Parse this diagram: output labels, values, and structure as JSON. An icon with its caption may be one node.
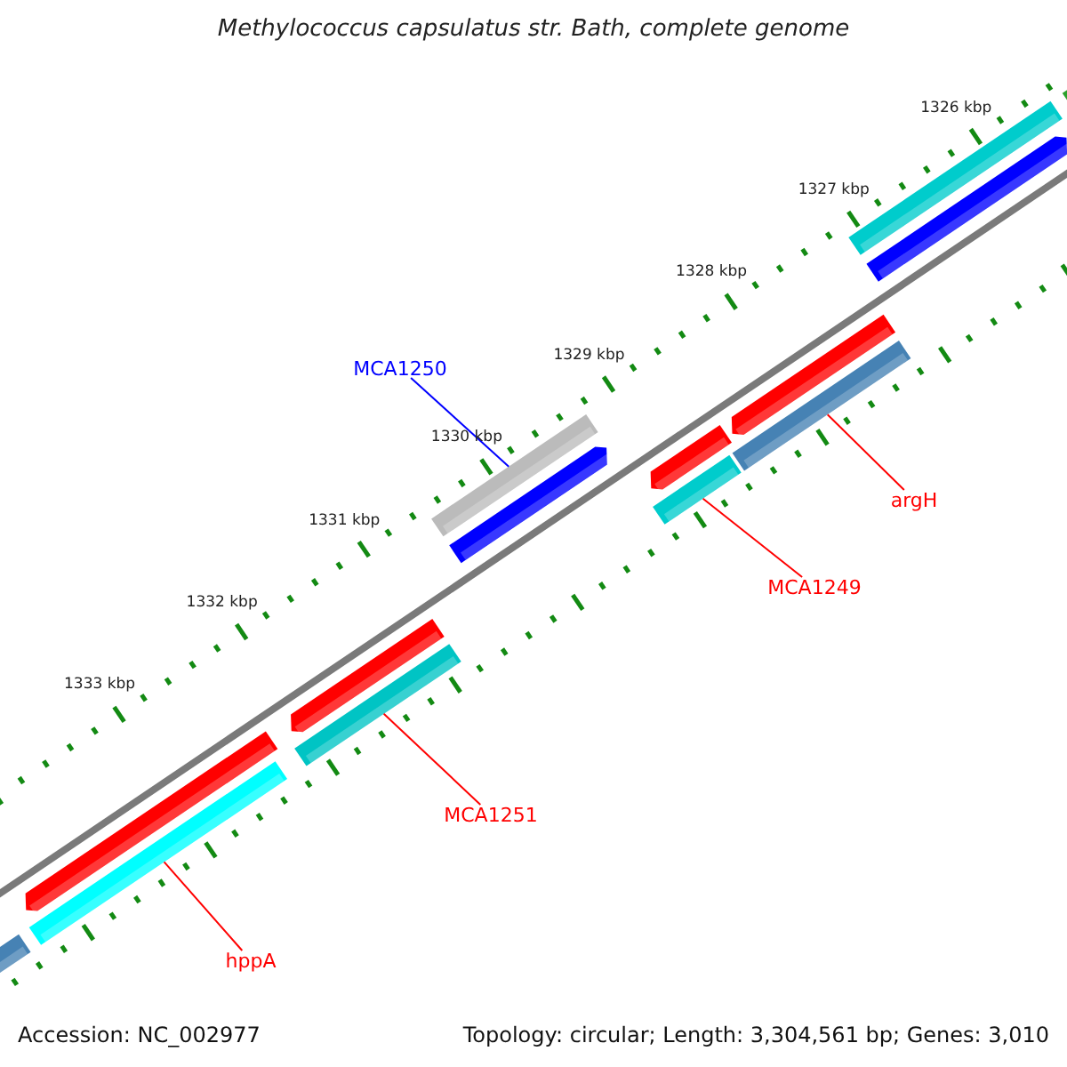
{
  "diagram": {
    "title": "Methylococcus capsulatus str. Bath, complete genome",
    "nodes": [
      {
        "text": [
          "MCA1250"
        ]
      },
      {
        "text": [],
        "shape": "bar"
      },
      {
        "text": [
          "argH"
        ]
      },
      {
        "text": [],
        "shape": "bar"
      },
      {
        "text": [
          "MCA1249"
        ]
      },
      {
        "text": [],
        "shape": "bar"
      },
      {
        "text": [
          "MCA1251"
        ]
      },
      {
        "text": [],
        "shape": "bar"
      },
      {
        "text": [
          "hppA"
        ]
      },
      {
        "text": [],
        "shape": "bar"
      }
    ],
    "edges": [
      {
        "from": 0,
        "to": 1,
        "arrow": "none",
        "color": "#0000ff"
      },
      {
        "from": 2,
        "to": 3,
        "arrow": "none"
      },
      {
        "from": 4,
        "to": 5,
        "arrow": "none"
      },
      {
        "from": 6,
        "to": 7,
        "arrow": "none"
      },
      {
        "from": 8,
        "to": 9,
        "arrow": "none"
      }
    ],
    "labels": [
      "1326 kbp",
      "1327 kbp",
      "1328 kbp",
      "1329 kbp",
      "1330 kbp",
      "1331 kbp",
      "1332 kbp",
      "1333 kbp",
      "Accession: NC_002977",
      "Topology: circular; Length: 3,304,561 bp; Genes: 3,010"
    ]
  }
}
